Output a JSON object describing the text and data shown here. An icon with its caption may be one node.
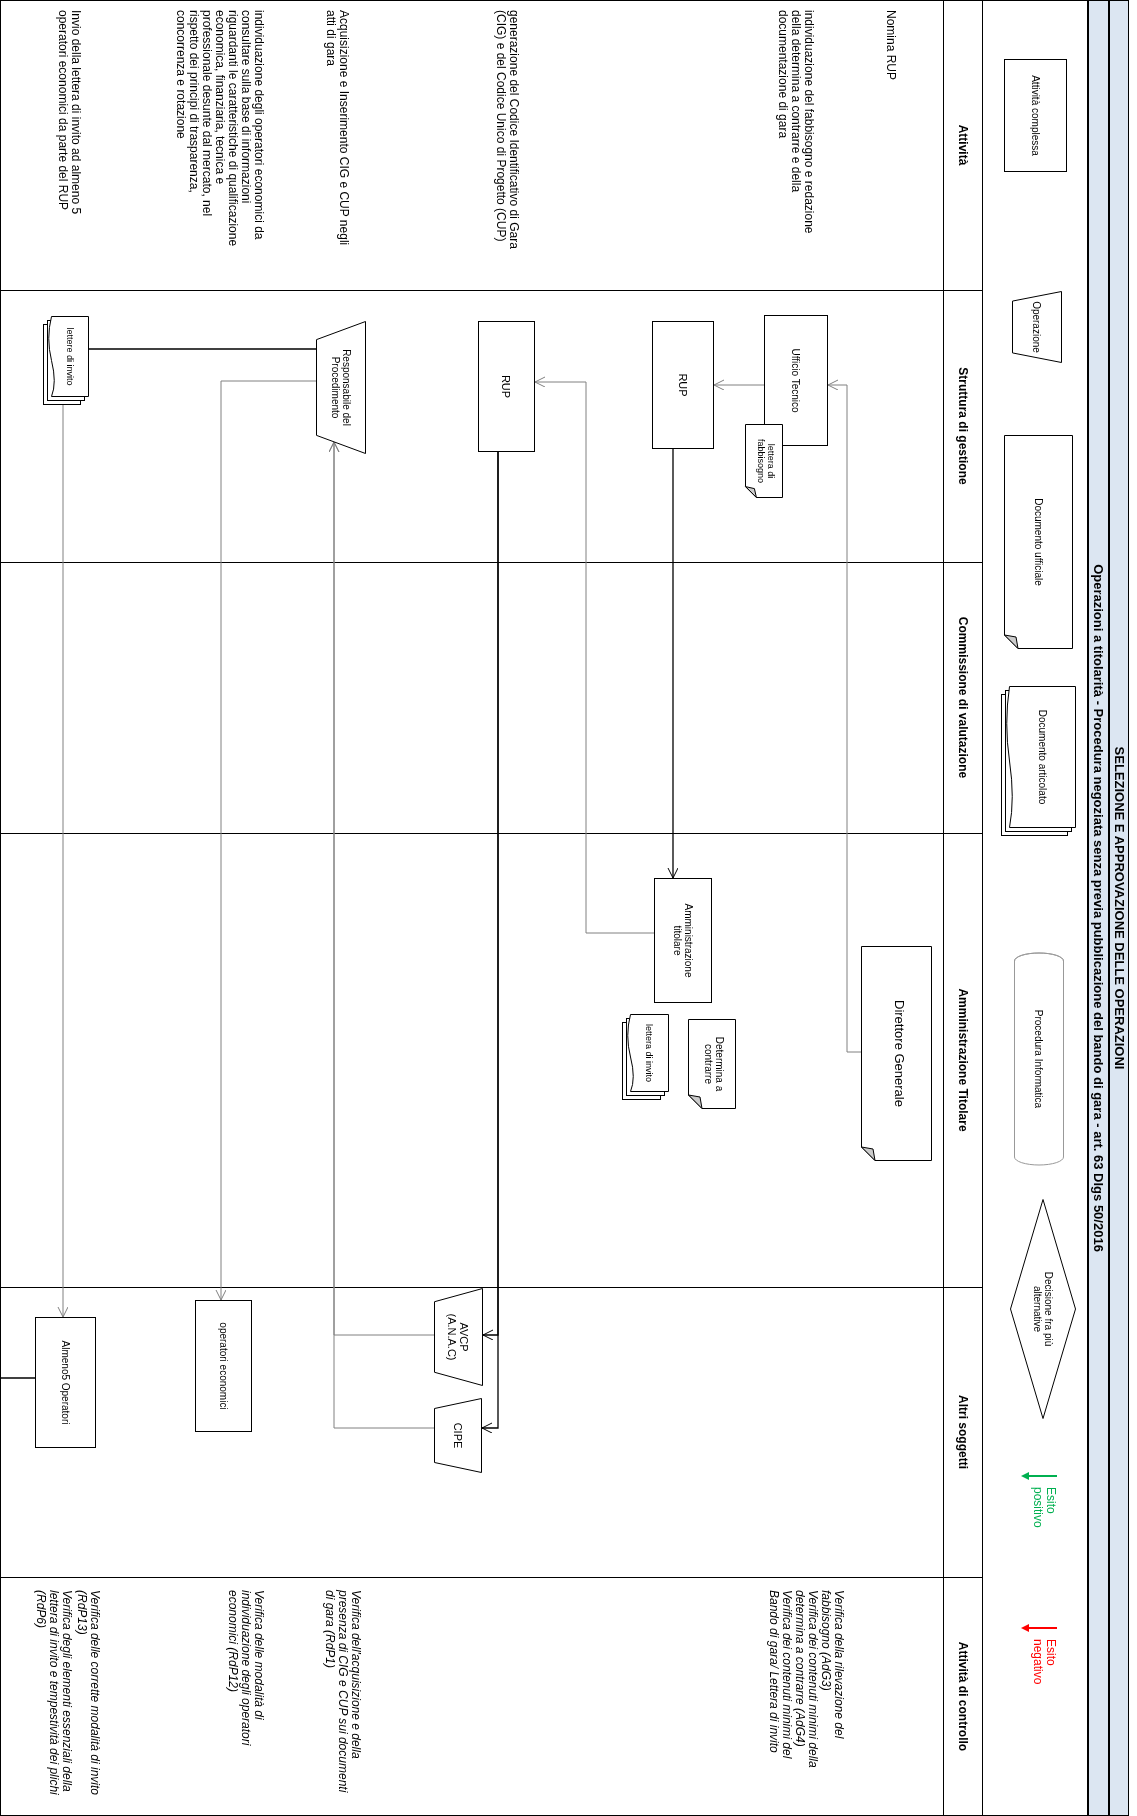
{
  "diagram": {
    "title": "SELEZIONE E APPROVAZIONE DELLE OPERAZIONI",
    "nodes": [
      {
        "text": [
          "Direttore Generale"
        ]
      },
      {
        "text": [
          "Ufficio Tecnico"
        ]
      },
      {
        "text": [
          "lettera di fabbisogno"
        ]
      },
      {
        "text": [
          "Determina a contrarre"
        ]
      },
      {
        "text": [
          "RUP"
        ]
      },
      {
        "text": [
          "Amministrazione titolare"
        ]
      },
      {
        "text": [
          "lettera di invito"
        ]
      },
      {
        "text": [
          "RUP"
        ]
      },
      {
        "text": [
          "AVCP (A.N.A.C)"
        ]
      },
      {
        "text": [
          "CIPE"
        ]
      },
      {
        "text": [
          "Responsabile del Procedimento"
        ]
      },
      {
        "text": [
          "operatori economici"
        ]
      },
      {
        "text": [
          "lettere di invito"
        ]
      },
      {
        "text": [
          "Almeno5 Operatori"
        ]
      }
    ],
    "edges": [
      {
        "from": 0,
        "to": 1,
        "arrow": "to"
      },
      {
        "from": 1,
        "to": 4,
        "arrow": "to"
      },
      {
        "from": 4,
        "to": 5,
        "arrow": "to",
        "color": "#000000"
      },
      {
        "from": 5,
        "to": 7,
        "arrow": "to"
      },
      {
        "from": 7,
        "to": 8,
        "arrow": "to",
        "color": "#000000"
      },
      {
        "from": 7,
        "to": 9,
        "arrow": "to",
        "color": "#000000"
      },
      {
        "from": 8,
        "to": 10,
        "arrow": "to"
      },
      {
        "from": 9,
        "to": 10,
        "arrow": "to"
      },
      {
        "from": 10,
        "to": 11,
        "arrow": "to"
      },
      {
        "from": 10,
        "to": 12,
        "arrow": "none",
        "color": "#000000"
      },
      {
        "from": 12,
        "to": 13,
        "arrow": "to"
      },
      {
        "from": 13,
        "to": null,
        "arrow": "none",
        "color": "#000000"
      }
    ],
    "labels": [
      "Operazioni a titolarità - Procedura negoziata senza previa pubblicazione del bando di gara - art. 63 Dlgs 50/2016",
      "Attività",
      "Struttura di gestione",
      "Commissione di valutazione",
      "Amministrazione Titolare",
      "Altri soggetti",
      "Attività di controllo",
      "Nomina RUP",
      "individuazione del fabbisogno e redazione della determina a contrarre e della documentazione di gara",
      "Verifica della rilevazione del fabbisogno (AdG3)",
      "Verifica dei contenuti minimi della determina a contrarre (AdG4)",
      "Verifica dei contenuti minimi del Bando di gara/ Lettera di invito",
      "generazione del Codice Identificativo di Gara (CIG) e del Codice Unico di Progetto (CUP)",
      "Acquisizione e Inserimento CIG e CUP negli atti di gara",
      "Verifica dell'acquisizione e della presenza di CIG e CUP sui documenti di gara (RdP1)",
      "individuazione degli operatori economici da consultare sulla base di informazioni riguardanti le caratteristiche di qualificazione economica, finanziaria, tecnica e professionale desunte dal mercato, nel rispetto dei principi di trasparenza, concorrenza e rotazione",
      "Verifica delle modalità di individuazione degli operatori economici (RdP12)",
      "Invio della lettera di invito ad almeno 5 operatori economici da parte del RUP",
      "Verifica delle corrette modalità di invito (RdP13)",
      "Verifica degli elementi essenziali della lettera di invito e tempestività dei plichi (RdP6)"
    ],
    "legend": [
      {
        "text": "Attività complessa"
      },
      {
        "text": "Operazione"
      },
      {
        "text": "Documento ufficiale"
      },
      {
        "text": "Documento articolato"
      },
      {
        "text": "Procedura Informatica"
      },
      {
        "text": "Decisione fra più alternative"
      },
      {
        "text": "Esito positivo"
      },
      {
        "text": "Esito negativo"
      }
    ]
  }
}
